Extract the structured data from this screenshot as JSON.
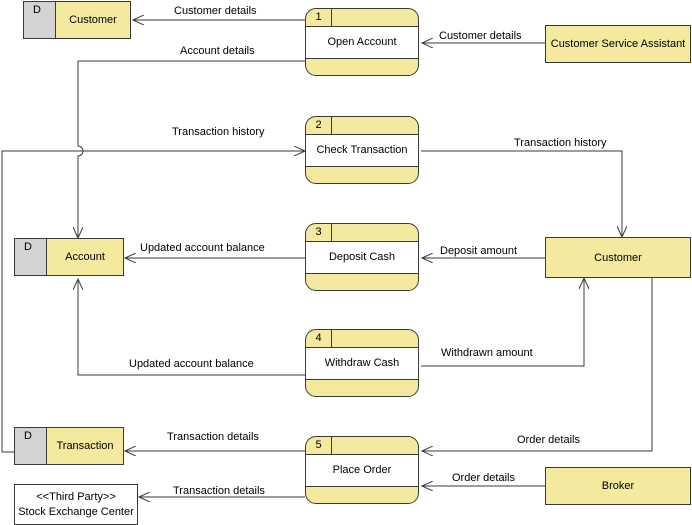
{
  "processes": [
    {
      "id": "1",
      "name": "Open Account"
    },
    {
      "id": "2",
      "name": "Check Transaction"
    },
    {
      "id": "3",
      "name": "Deposit Cash"
    },
    {
      "id": "4",
      "name": "Withdraw Cash"
    },
    {
      "id": "5",
      "name": "Place Order"
    }
  ],
  "data_stores": [
    {
      "id": "D",
      "name": "Customer"
    },
    {
      "id": "D",
      "name": "Account"
    },
    {
      "id": "D",
      "name": "Transaction"
    }
  ],
  "external_entities": {
    "customer_service_assistant": "Customer Service Assistant",
    "customer": "Customer",
    "broker": "Broker",
    "stock_exchange_stereotype": "<<Third Party>>",
    "stock_exchange_name": "Stock Exchange Center"
  },
  "flows": {
    "csa_to_open_account": "Customer details",
    "open_account_to_customer_store": "Customer details",
    "open_account_to_account_store": "Account details",
    "transaction_store_to_check": "Transaction history",
    "check_to_customer": "Transaction history",
    "customer_to_deposit": "Deposit amount",
    "deposit_to_account_store": "Updated account balance",
    "withdraw_to_customer": "Withdrawn amount",
    "withdraw_to_account_store": "Updated account balance",
    "place_order_to_transaction_store": "Transaction details",
    "customer_to_place_order": "Order details",
    "broker_to_place_order": "Order details",
    "place_order_to_stock_exchange": "Transaction details"
  },
  "colors": {
    "fill": "#f3e99f",
    "store_id_fill": "#d3d3d3",
    "line": "#3a3a3a"
  }
}
